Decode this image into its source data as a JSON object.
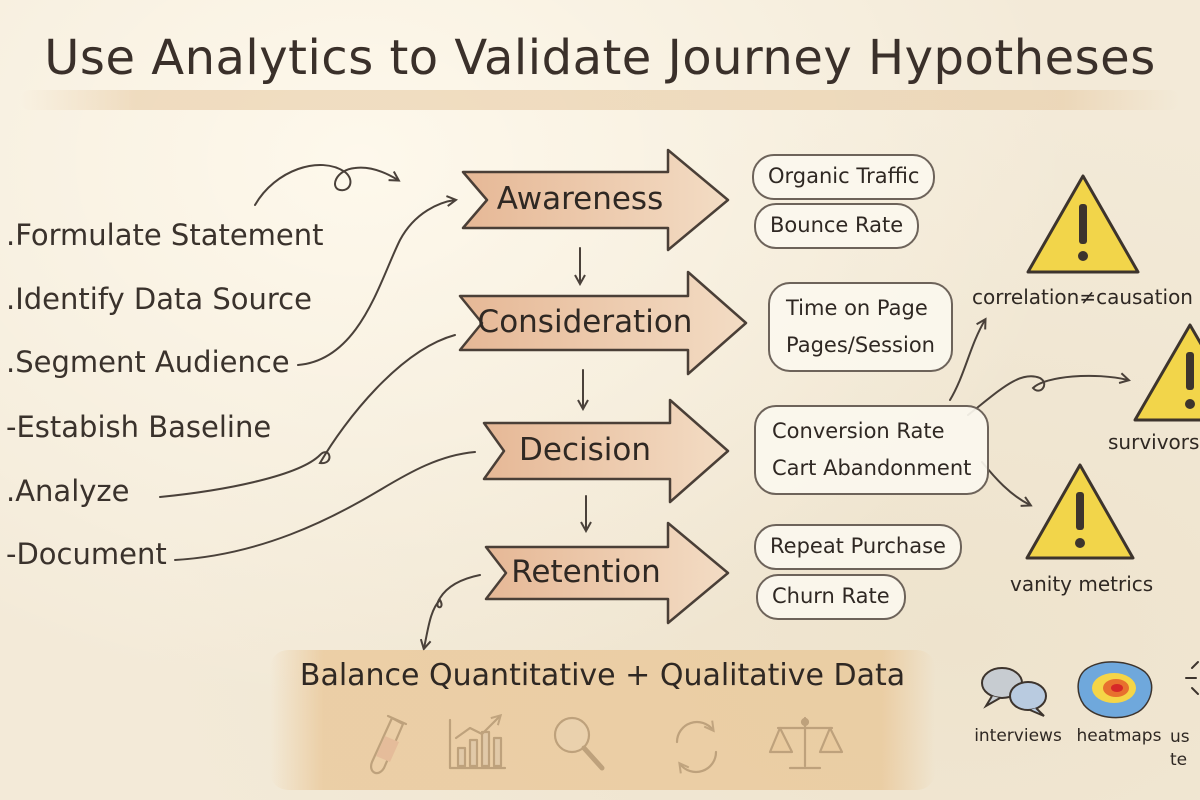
{
  "title": "Use Analytics to Validate Journey Hypotheses",
  "steps": [
    ".Formulate Statement",
    ".Identify Data Source",
    ".Segment Audience",
    "-Estabish Baseline",
    ".Analyze",
    "-Document"
  ],
  "stages": [
    {
      "label": "Awareness",
      "metrics": [
        "Organic Traffic",
        "Bounce Rate"
      ]
    },
    {
      "label": "Consideration",
      "metrics": [
        "Time on Page",
        "Pages/Session"
      ]
    },
    {
      "label": "Decision",
      "metrics": [
        "Conversion Rate",
        "Cart Abandonment"
      ]
    },
    {
      "label": "Retention",
      "metrics": [
        "Repeat Purchase",
        "Churn Rate"
      ]
    }
  ],
  "warnings": [
    {
      "label": "correlation≠causation",
      "icon": "warning-triangle-icon"
    },
    {
      "label": "survivorsh",
      "icon": "warning-triangle-icon"
    },
    {
      "label": "vanity metrics",
      "icon": "warning-triangle-icon"
    }
  ],
  "balance": {
    "title": "Balance Quantitative + Qualitative Data",
    "icons": [
      "test-tube-icon",
      "bar-chart-icon",
      "magnifier-icon",
      "refresh-cycle-icon",
      "balance-scale-icon"
    ]
  },
  "methods": [
    {
      "label": "interviews",
      "icon": "speech-bubbles-icon"
    },
    {
      "label": "heatmaps",
      "icon": "heatmap-icon"
    },
    {
      "label": "us\nte",
      "icon": "sparkle-icon"
    }
  ],
  "colors": {
    "paper": "#f3ead8",
    "arrow_fill": "#ecc9a6",
    "warning_yellow": "#f2d54a",
    "ink": "#3b322c"
  }
}
